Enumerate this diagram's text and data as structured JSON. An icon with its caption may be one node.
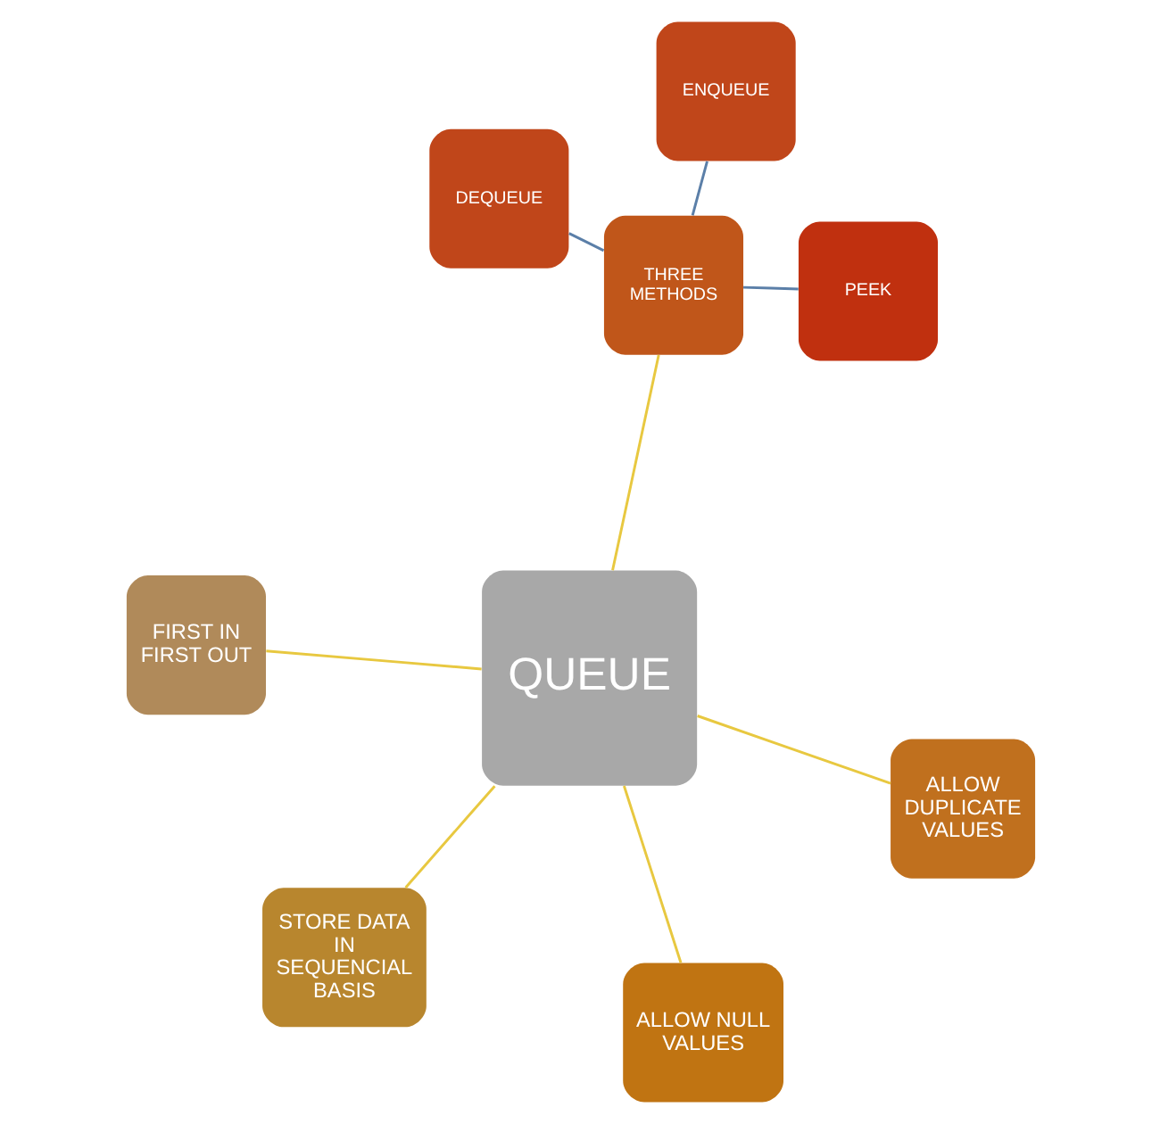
{
  "diagram": {
    "nodes": [
      {
        "text": [
          "FIRST IN FIRST OUT"
        ]
      },
      {
        "text": [
          "ENQUEUE"
        ]
      },
      {
        "text": [
          "STORE DATA IN SEQUENCIAL BASIS"
        ]
      },
      {
        "text": [
          "THREE METHODS"
        ]
      },
      {
        "text": [
          "PEEK"
        ]
      },
      {
        "text": [
          "DEQUEUE"
        ]
      },
      {
        "text": [
          "QUEUE"
        ]
      },
      {
        "text": [
          "ALLOW DUPLICATE VALUES"
        ]
      },
      {
        "text": [
          "ALLOW NULL VALUES"
        ]
      }
    ],
    "edges": [
      {
        "from": 6,
        "to": 0,
        "arrow": "none"
      },
      {
        "from": 6,
        "to": 2,
        "arrow": "none"
      },
      {
        "from": 6,
        "to": 8,
        "arrow": "none"
      },
      {
        "from": 6,
        "to": 7,
        "arrow": "none"
      },
      {
        "from": 6,
        "to": 3,
        "arrow": "none"
      },
      {
        "from": 3,
        "to": 1,
        "arrow": "none",
        "color": "#5b7fa8"
      },
      {
        "from": 3,
        "to": 4,
        "arrow": "none",
        "color": "#5b7fa8"
      },
      {
        "from": 3,
        "to": 5,
        "arrow": "none",
        "color": "#5b7fa8"
      }
    ]
  }
}
